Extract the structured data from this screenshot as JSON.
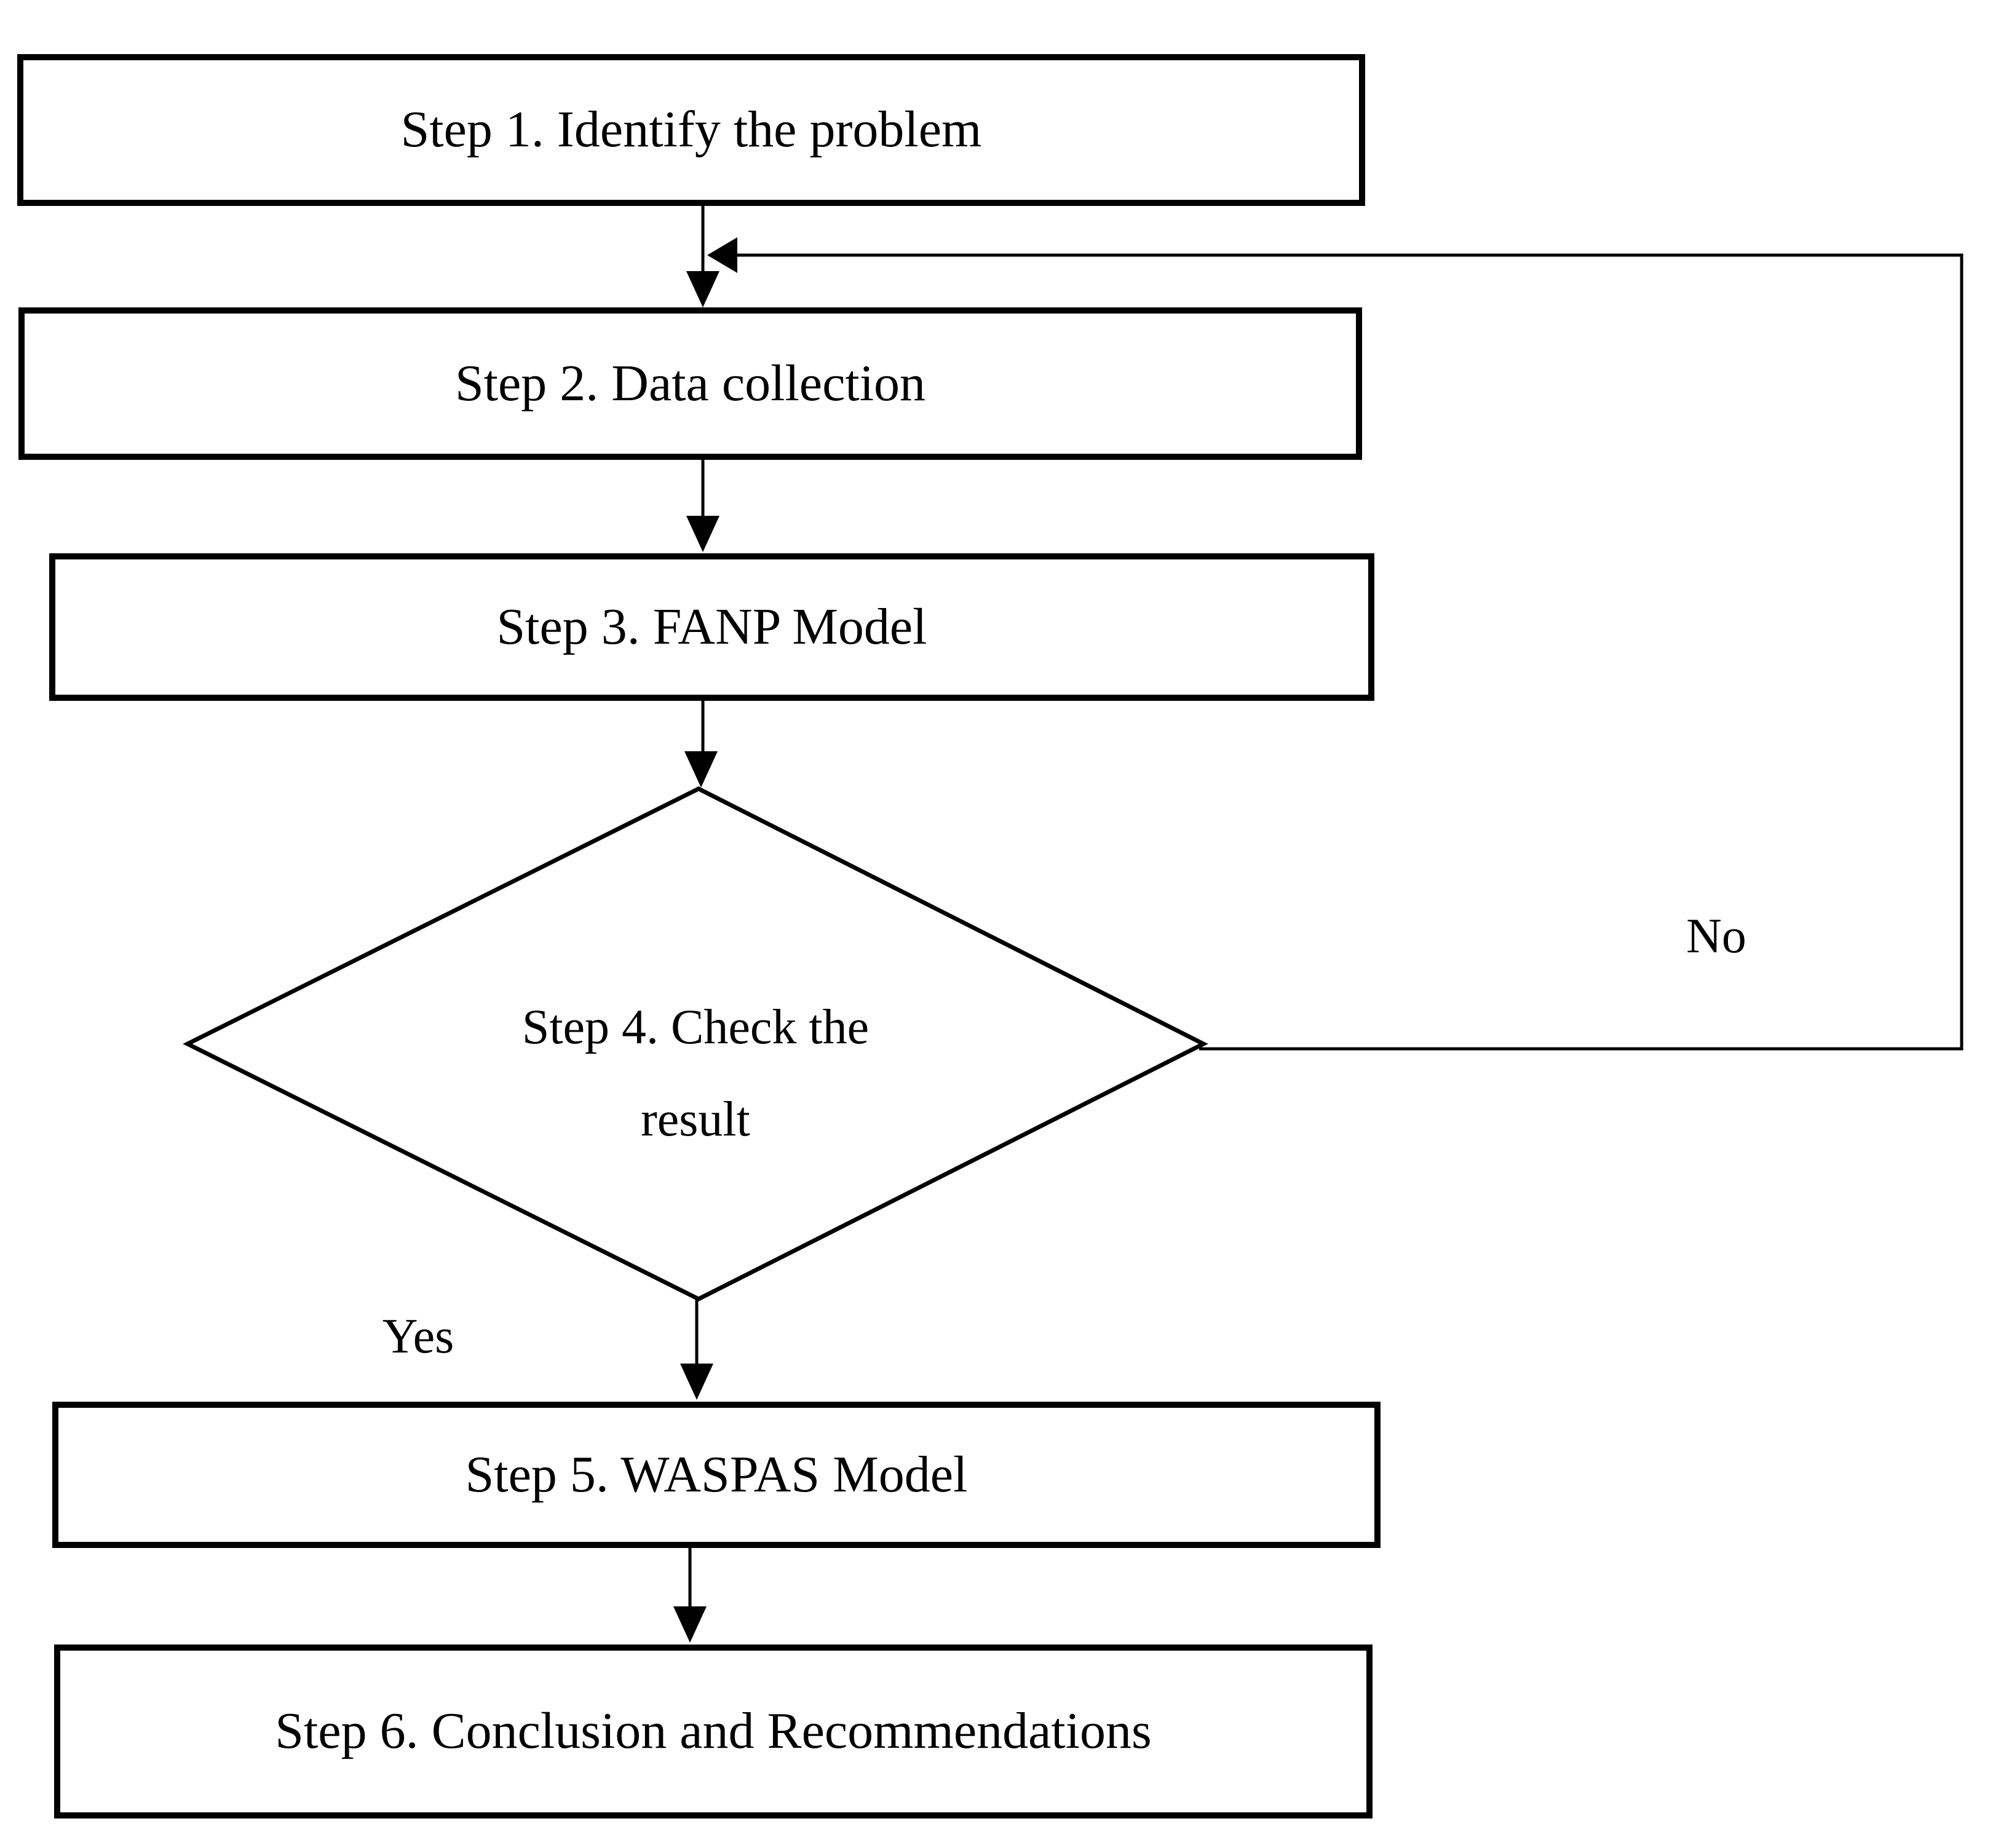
{
  "figure": {
    "colors": {
      "background": "#ffffff",
      "line": "#000000",
      "fill": "#ffffff",
      "text": "#000000"
    },
    "nodes": {
      "step1": {
        "type": "process",
        "label": "Step 1. Identify the problem"
      },
      "step2": {
        "type": "process",
        "label": "Step 2. Data collection"
      },
      "step3": {
        "type": "process",
        "label": "Step 3. FANP Model"
      },
      "step4": {
        "type": "decision",
        "label_line1": "Step 4. Check the",
        "label_line2": "result"
      },
      "step5": {
        "type": "process",
        "label": "Step 5. WASPAS Model"
      },
      "step6": {
        "type": "process",
        "label": "Step 6. Conclusion and Recommendations"
      }
    },
    "edges": {
      "no_label": "No",
      "yes_label": "Yes"
    }
  }
}
